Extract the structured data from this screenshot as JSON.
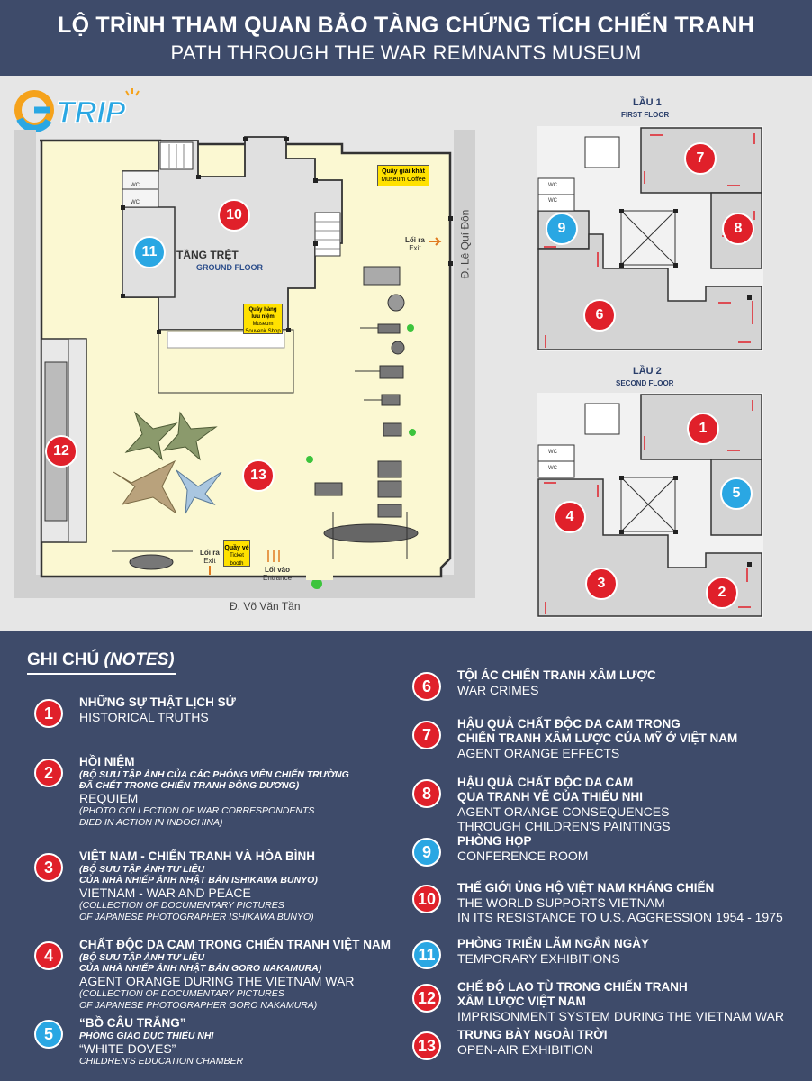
{
  "header": {
    "title_vn": "LỘ TRÌNH THAM QUAN BẢO TÀNG CHỨNG TÍCH CHIẾN TRANH",
    "title_en": "PATH THROUGH THE WAR REMNANTS MUSEUM"
  },
  "logo": {
    "text_g": "G",
    "text_trip": "TRIP"
  },
  "ground": {
    "floor_vn": "TẦNG TRỆT",
    "floor_en": "GROUND FLOOR",
    "coffee_vn": "Quầy giải khát",
    "coffee_en": "Museum Coffee",
    "souvenir_vn": "Quầy hàng lưu niệm",
    "souvenir_en": "Museum Souvenir Shop",
    "ticket_vn": "Quầy vé",
    "ticket_en": "Ticket booth",
    "exit_side_vn": "Lối ra",
    "exit_side_en": "Exit",
    "exit_bottom_vn": "Lối ra",
    "exit_bottom_en": "Exit",
    "entrance_vn": "Lối vào",
    "entrance_en": "Entrance",
    "street_bottom": "Đ. Võ Văn Tần",
    "street_side": "Đ. Lê Quí Đôn",
    "wc1": "WC",
    "wc2": "WC"
  },
  "first_floor": {
    "label_vn": "LẦU 1",
    "label_en": "FIRST FLOOR",
    "wc1": "WC",
    "wc2": "WC"
  },
  "second_floor": {
    "label_vn": "LẦU 2",
    "label_en": "SECOND FLOOR",
    "wc1": "WC",
    "wc2": "WC"
  },
  "map_badges": {
    "b1": "1",
    "b2": "2",
    "b3": "3",
    "b4": "4",
    "b5": "5",
    "b6": "6",
    "b7": "7",
    "b8": "8",
    "b9": "9",
    "b10": "10",
    "b11": "11",
    "b12": "12",
    "b13": "13"
  },
  "colors": {
    "red": "#e0202a",
    "blue": "#2aa7e3",
    "navy": "#3e4b6a",
    "floor_yellow": "#fbf8d2",
    "room_gray": "#d4d4d4"
  },
  "notes": {
    "title_vn": "GHI CHÚ",
    "title_en": "(NOTES)",
    "items": [
      {
        "num": "1",
        "color": "red",
        "vn": "NHỮNG SỰ THẬT LỊCH SỬ",
        "vnsub": "",
        "en": "HISTORICAL TRUTHS",
        "ensub": ""
      },
      {
        "num": "2",
        "color": "red",
        "vn": "HỒI NIỆM",
        "vnsub": "(BỘ SƯU TẬP ẢNH CỦA CÁC PHÓNG VIÊN CHIẾN TRƯỜNG|ĐÃ CHẾT TRONG CHIẾN TRANH ĐÔNG DƯƠNG)",
        "en": "REQUIEM",
        "ensub": "(PHOTO COLLECTION OF WAR CORRESPONDENTS|DIED IN ACTION IN INDOCHINA)"
      },
      {
        "num": "3",
        "color": "red",
        "vn": "VIỆT NAM - CHIẾN TRANH VÀ HÒA BÌNH",
        "vnsub": "(BỘ SƯU TẬP ẢNH TƯ LIỆU|CỦA NHÀ NHIẾP ẢNH NHẬT BẢN ISHIKAWA BUNYO)",
        "en": "VIETNAM - WAR AND PEACE",
        "ensub": "(COLLECTION OF DOCUMENTARY PICTURES|OF JAPANESE PHOTOGRAPHER ISHIKAWA BUNYO)"
      },
      {
        "num": "4",
        "color": "red",
        "vn": "CHẤT ĐỘC DA CAM TRONG CHIẾN TRANH VIỆT NAM",
        "vnsub": "(BỘ SƯU TẬP ẢNH TƯ LIỆU|CỦA NHÀ NHIẾP ẢNH NHẬT BẢN GORO NAKAMURA)",
        "en": "AGENT ORANGE DURING THE VIETNAM WAR",
        "ensub": "(COLLECTION OF DOCUMENTARY PICTURES|OF JAPANESE PHOTOGRAPHER GORO NAKAMURA)"
      },
      {
        "num": "5",
        "color": "blue",
        "vn": "“BỒ CÂU TRẮNG”",
        "vnsub": "PHÒNG GIÁO DỤC THIẾU NHI",
        "en": "“WHITE DOVES”",
        "ensub": "CHILDREN'S EDUCATION CHAMBER"
      },
      {
        "num": "6",
        "color": "red",
        "vn": "TỘI ÁC CHIẾN TRANH XÂM LƯỢC",
        "vnsub": "",
        "en": "WAR CRIMES",
        "ensub": ""
      },
      {
        "num": "7",
        "color": "red",
        "vn": "HẬU QUẢ CHẤT ĐỘC DA CAM TRONG|CHIẾN TRANH XÂM LƯỢC CỦA MỸ Ở VIỆT NAM",
        "vnsub": "",
        "en": "AGENT ORANGE EFFECTS",
        "ensub": ""
      },
      {
        "num": "8",
        "color": "red",
        "vn": "HẬU QUẢ CHẤT ĐỘC DA CAM|QUA TRANH VẼ CỦA THIẾU NHI",
        "vnsub": "",
        "en": "AGENT ORANGE CONSEQUENCES|THROUGH CHILDREN'S PAINTINGS",
        "ensub": ""
      },
      {
        "num": "9",
        "color": "blue",
        "vn": "PHÒNG HỌP",
        "vnsub": "",
        "en": "CONFERENCE ROOM",
        "ensub": ""
      },
      {
        "num": "10",
        "color": "red",
        "vn": "THẾ GIỚI ỦNG HỘ VIỆT NAM KHÁNG CHIẾN",
        "vnsub": "",
        "en": "THE WORLD SUPPORTS VIETNAM|IN ITS RESISTANCE TO U.S. AGGRESSION 1954 - 1975",
        "ensub": ""
      },
      {
        "num": "11",
        "color": "blue",
        "vn": "PHÒNG TRIỂN LÃM NGẮN NGÀY",
        "vnsub": "",
        "en": "TEMPORARY EXHIBITIONS",
        "ensub": ""
      },
      {
        "num": "12",
        "color": "red",
        "vn": "CHẾ ĐỘ LAO TÙ TRONG CHIẾN TRANH|XÂM LƯỢC VIỆT NAM",
        "vnsub": "",
        "en": "IMPRISONMENT SYSTEM DURING THE VIETNAM WAR",
        "ensub": ""
      },
      {
        "num": "13",
        "color": "red",
        "vn": "TRƯNG BÀY NGOÀI TRỜI",
        "vnsub": "",
        "en": "OPEN-AIR EXHIBITION",
        "ensub": ""
      }
    ]
  }
}
